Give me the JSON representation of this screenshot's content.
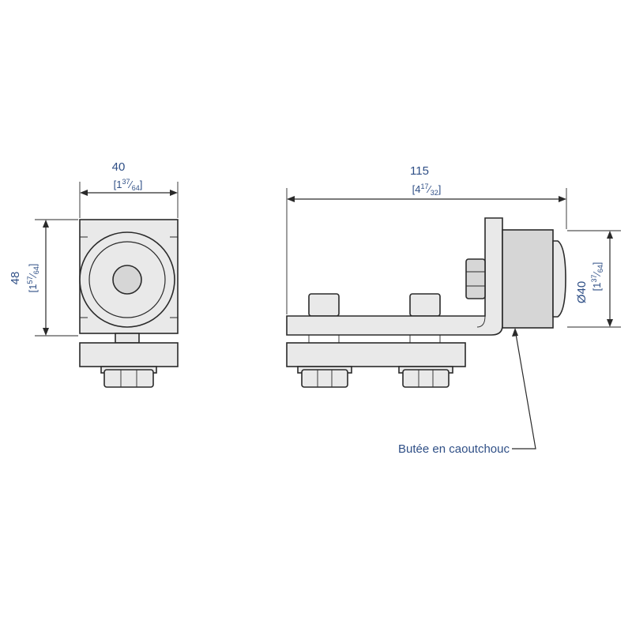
{
  "dimensions": {
    "front_width": {
      "mm": "40",
      "inch_whole": "1",
      "inch_num": "37",
      "inch_den": "64"
    },
    "front_height": {
      "mm": "48",
      "inch_whole": "1",
      "inch_num": "57",
      "inch_den": "64"
    },
    "side_length": {
      "mm": "115",
      "inch_whole": "4",
      "inch_num": "17",
      "inch_den": "32"
    },
    "bumper_diameter": {
      "mm": "Ø40",
      "inch_whole": "1",
      "inch_num": "37",
      "inch_den": "64"
    }
  },
  "callout": {
    "label": "Butée en caoutchouc"
  },
  "colors": {
    "dimension_text": "#2f4f86",
    "outline": "#2a2a2a",
    "fill": "#e9e9e9"
  }
}
